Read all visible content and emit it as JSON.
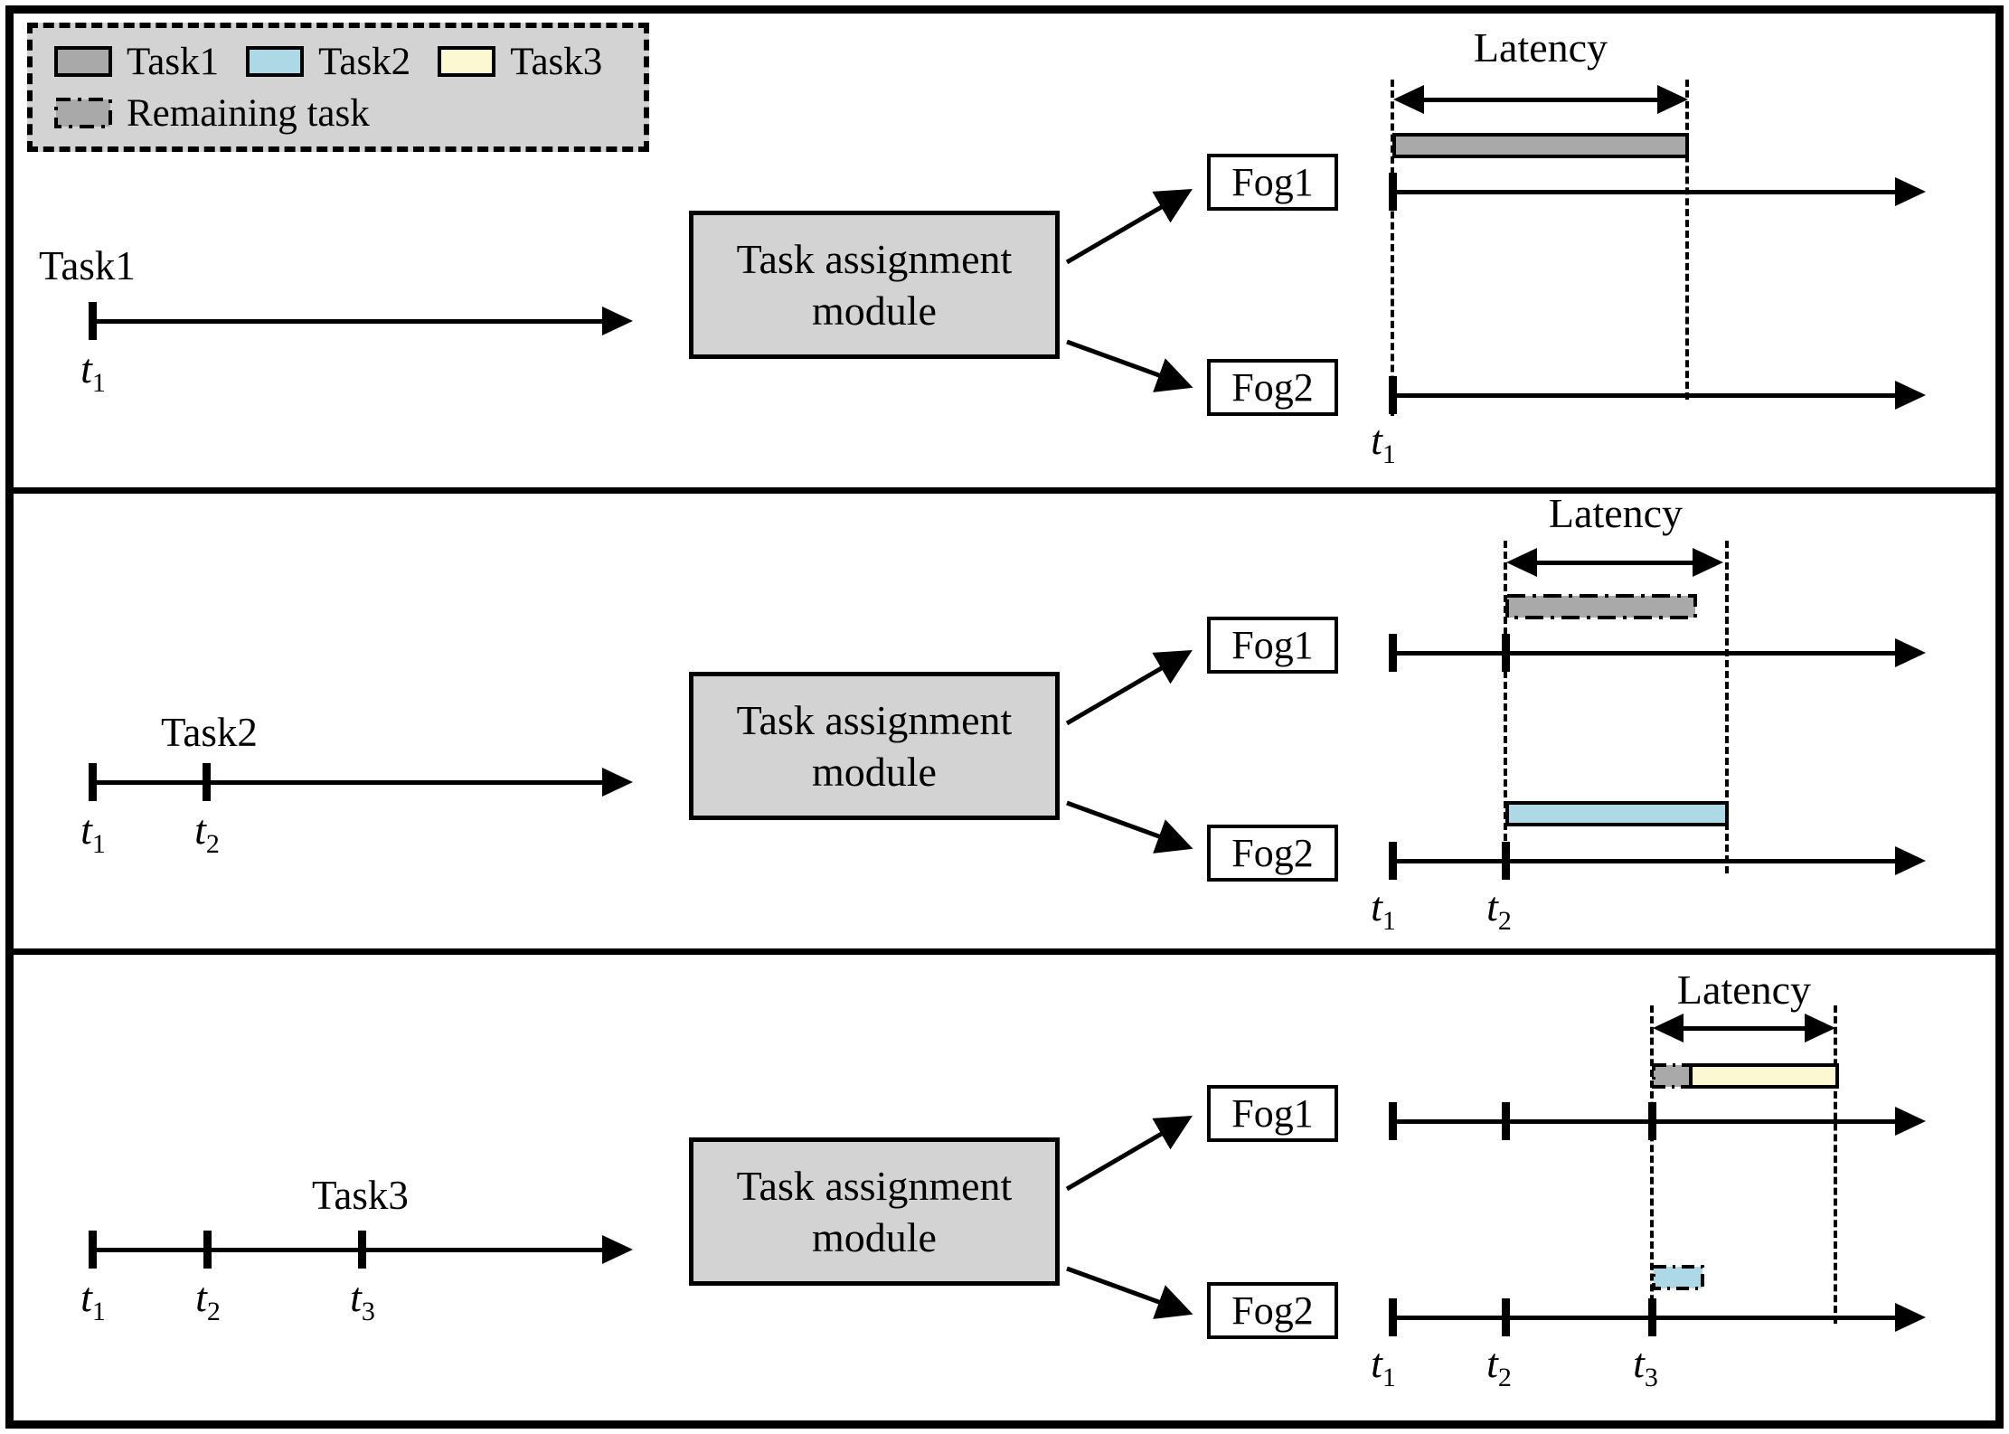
{
  "figure": {
    "description": "Task assignment to fog nodes over time with latency windows"
  },
  "colors": {
    "task1": "#a9a9a9",
    "task2": "#add8e6",
    "task3": "#fbf8d2",
    "module_fill": "#d3d3d3",
    "legend_fill": "#d3d3d3",
    "line": "#000000"
  },
  "legend": {
    "items": [
      {
        "label": "Task1",
        "swatch": "gray solid"
      },
      {
        "label": "Task2",
        "swatch": "light-blue solid"
      },
      {
        "label": "Task3",
        "swatch": "pale-yellow solid"
      }
    ],
    "remaining_label": "Remaining task"
  },
  "module": {
    "line1": "Task assignment",
    "line2": "module"
  },
  "labels": {
    "fog1": "Fog1",
    "fog2": "Fog2",
    "latency": "Latency"
  },
  "panels": [
    {
      "task_label": "Task1",
      "source_ticks": [
        {
          "base": "t",
          "sub": "1"
        }
      ],
      "fog2_ticks": [
        {
          "base": "t",
          "sub": "1"
        }
      ],
      "bars": {
        "fog1": [
          {
            "task": "Task1",
            "style": "solid",
            "from": "t1",
            "to": "latency-end"
          }
        ],
        "fog2": []
      }
    },
    {
      "task_label": "Task2",
      "source_ticks": [
        {
          "base": "t",
          "sub": "1"
        },
        {
          "base": "t",
          "sub": "2"
        }
      ],
      "fog2_ticks": [
        {
          "base": "t",
          "sub": "1"
        },
        {
          "base": "t",
          "sub": "2"
        }
      ],
      "bars": {
        "fog1": [
          {
            "task": "Remaining Task1",
            "style": "dash-dot",
            "from": "t2",
            "to": "before-latency-end"
          }
        ],
        "fog2": [
          {
            "task": "Task2",
            "style": "solid",
            "from": "t2",
            "to": "latency-end"
          }
        ]
      }
    },
    {
      "task_label": "Task3",
      "source_ticks": [
        {
          "base": "t",
          "sub": "1"
        },
        {
          "base": "t",
          "sub": "2"
        },
        {
          "base": "t",
          "sub": "3"
        }
      ],
      "fog2_ticks": [
        {
          "base": "t",
          "sub": "1"
        },
        {
          "base": "t",
          "sub": "2"
        },
        {
          "base": "t",
          "sub": "3"
        }
      ],
      "bars": {
        "fog1": [
          {
            "task": "Remaining Task1",
            "style": "dash-dot",
            "from": "t3",
            "to": "t3+small"
          },
          {
            "task": "Task3",
            "style": "solid",
            "from": "after-remaining",
            "to": "latency-end"
          }
        ],
        "fog2": [
          {
            "task": "Remaining Task2",
            "style": "dash-dot",
            "from": "t3",
            "to": "t3+small"
          }
        ]
      }
    }
  ]
}
